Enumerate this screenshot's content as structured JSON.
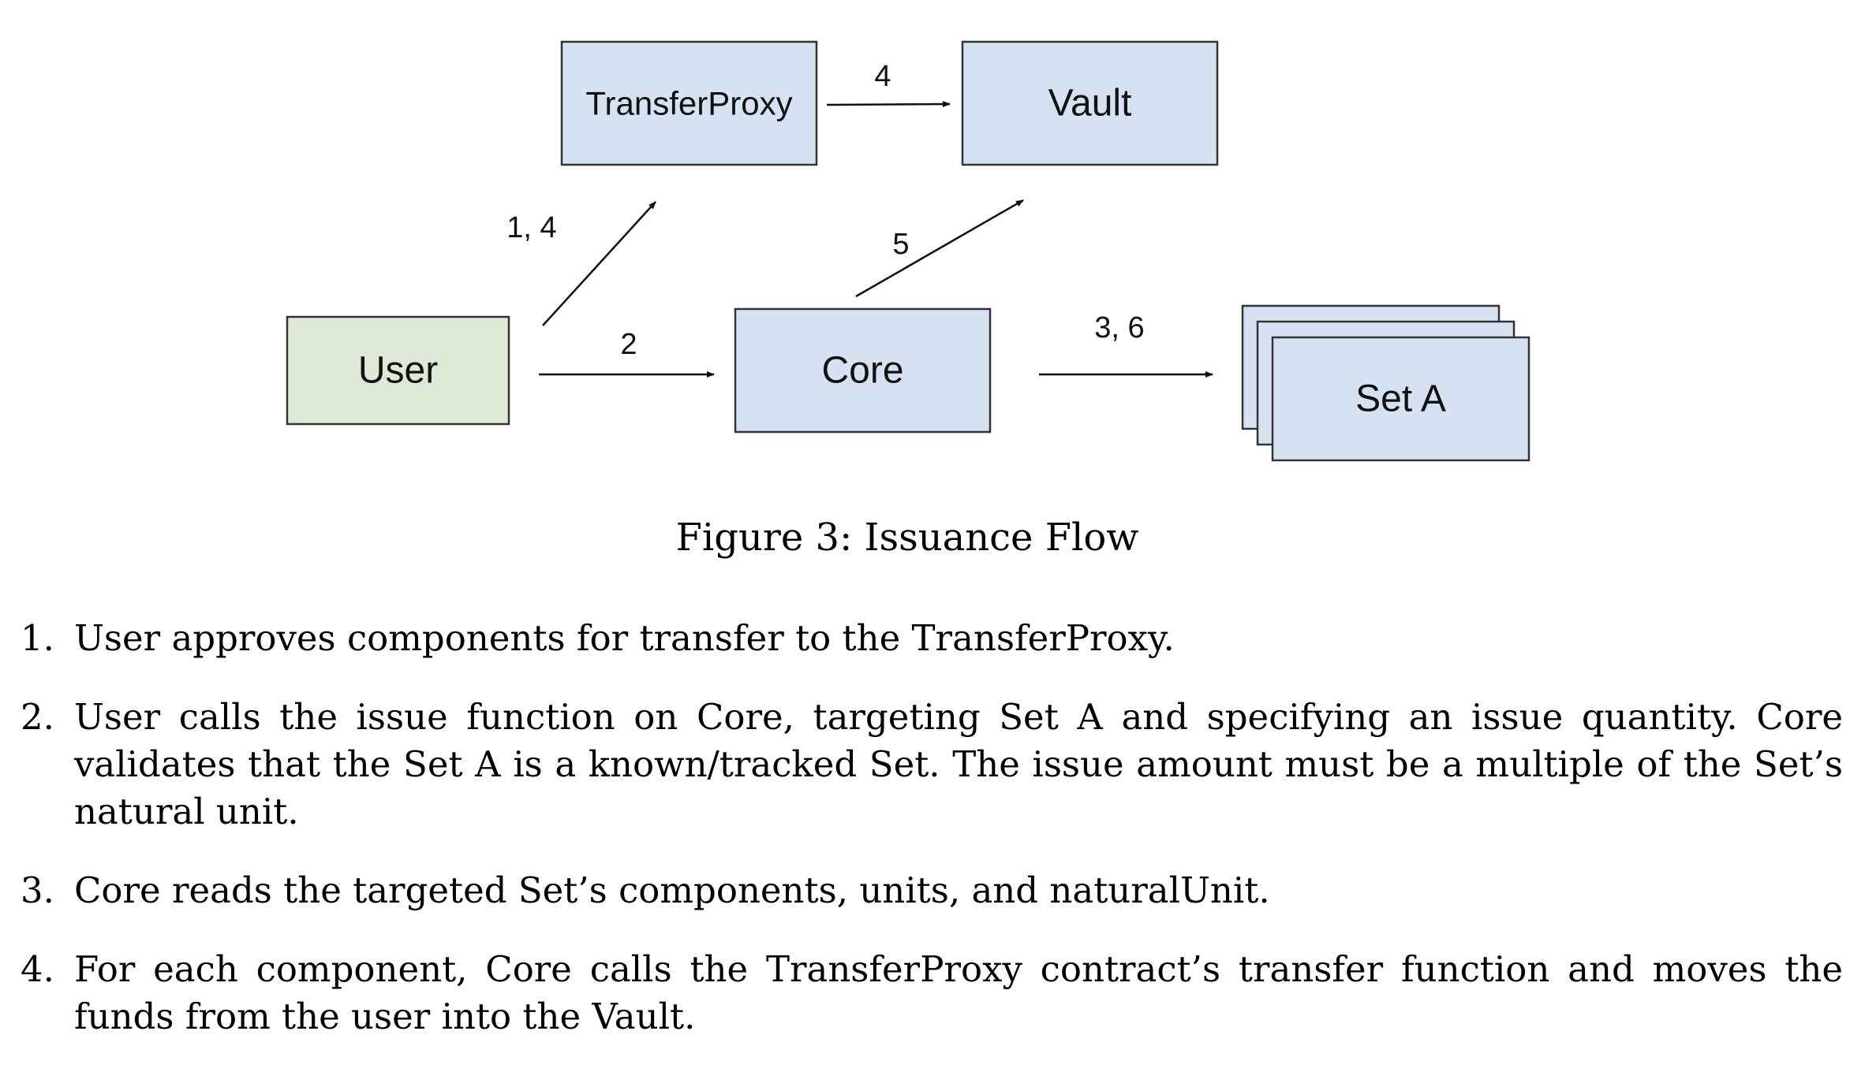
{
  "diagram": {
    "nodes": [
      {
        "id": "transferproxy",
        "label": "TransferProxy",
        "fill": "#d6e2f2"
      },
      {
        "id": "vault",
        "label": "Vault",
        "fill": "#d6e2f2"
      },
      {
        "id": "user",
        "label": "User",
        "fill": "#dde9d6"
      },
      {
        "id": "core",
        "label": "Core",
        "fill": "#d6e2f2"
      },
      {
        "id": "seta",
        "label": "Set A",
        "fill": "#d6e2f2",
        "stacked": true
      }
    ],
    "edges": [
      {
        "id": "transferproxy-to-vault",
        "from": "transferproxy",
        "to": "vault",
        "label": "4"
      },
      {
        "id": "user-to-transferproxy",
        "from": "user",
        "to": "transferproxy",
        "label": "1, 4"
      },
      {
        "id": "core-to-vault",
        "from": "core",
        "to": "vault",
        "label": "5"
      },
      {
        "id": "user-to-core",
        "from": "user",
        "to": "core",
        "label": "2"
      },
      {
        "id": "core-to-seta",
        "from": "core",
        "to": "seta",
        "label": "3, 6"
      }
    ]
  },
  "caption": "Figure 3: Issuance Flow",
  "steps": [
    {
      "number": "1.",
      "text": "User approves components for transfer to the TransferProxy."
    },
    {
      "number": "2.",
      "text": "User calls the issue function on Core, targeting Set A and specifying an issue quantity. Core validates that the Set A is a known/tracked Set. The issue amount must be a multiple of the Set’s natural unit."
    },
    {
      "number": "3.",
      "text": "Core reads the targeted Set’s components, units, and naturalUnit."
    },
    {
      "number": "4.",
      "text": "For each component, Core calls the TransferProxy contract’s transfer function and moves the funds from the user into the Vault."
    }
  ]
}
